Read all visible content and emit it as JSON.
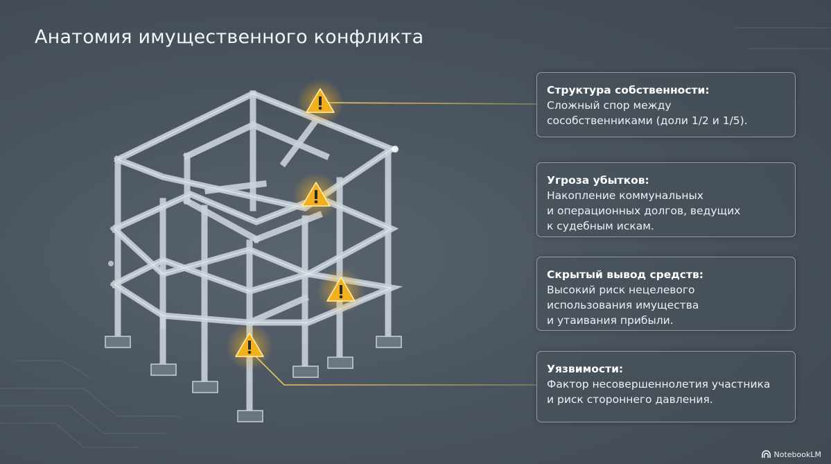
{
  "title": "Анатомия имущественного конфликта",
  "cards": [
    {
      "title": "Структура собственности:",
      "lines": [
        "Сложный спор между",
        "сособственниками (доли 1/2 и 1/5)."
      ]
    },
    {
      "title": "Угроза убытков:",
      "lines": [
        "Накопление коммунальных",
        "и операционных долгов, ведущих",
        "к судебным искам."
      ]
    },
    {
      "title": "Скрытый вывод средств:",
      "lines": [
        "Высокий риск нецелевого",
        "использования имущества",
        "и утаивания прибыли."
      ]
    },
    {
      "title": "Уязвимости:",
      "lines": [
        "Фактор несовершеннолетия участника",
        "и риск стороннего давления."
      ]
    }
  ],
  "brand": "NotebookLM",
  "icons": [
    "warning-icon",
    "notebooklm-logo-icon"
  ],
  "colors": {
    "accent": "#f2b01e",
    "glow": "#ffd45a",
    "background": "#4a545e"
  }
}
